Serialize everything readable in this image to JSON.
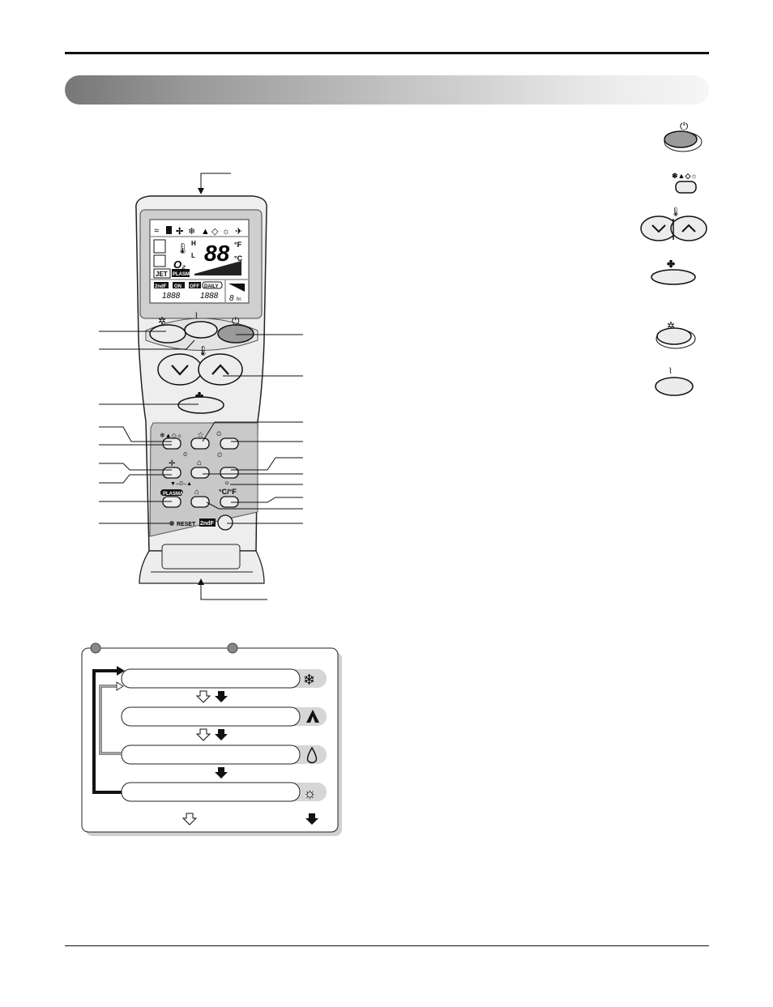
{
  "remote": {
    "display": {
      "digits": "88",
      "unit_f": "°F",
      "unit_c": "°C",
      "jet": "JET",
      "plasma": "PLASMA",
      "second_f": "2ndF",
      "on": "ON",
      "off": "OFF",
      "daily": "DAILY",
      "timer_on": "1888",
      "timer_off": "1888",
      "fan_speed_h": "H",
      "fan_speed_l": "L",
      "sleep": "8",
      "sleep_unit": "hr."
    },
    "buttons": {
      "plasma": "PLASMA",
      "reset": "RESET",
      "second_f": "2ndF",
      "temp_unit": "°C/°F"
    }
  },
  "mode_panel": {
    "modes": [
      {
        "icon": "snowflake-icon"
      },
      {
        "icon": "auto-mode-icon"
      },
      {
        "icon": "droplet-icon"
      },
      {
        "icon": "sun-icon"
      }
    ]
  },
  "colors": {
    "section_bar_start": "#777777",
    "section_bar_end": "#f6f6f6",
    "remote_body": "#ececec",
    "lcd": "#cfcfcf",
    "power_button": "#9a9a9a"
  }
}
